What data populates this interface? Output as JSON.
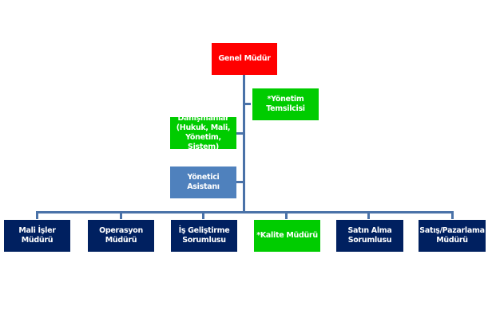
{
  "colors": {
    "top": "#ff0000",
    "staff_green": "#00cc00",
    "assistant": "#4f81bd",
    "department": "#002060",
    "connector": "#4a72a8"
  },
  "top": {
    "label": "Genel Müdür"
  },
  "staff": [
    {
      "label": "*Yönetim\nTemsilcisi"
    },
    {
      "label": "Danışmanlar\n(Hukuk, Mali,\nYönetim, Sistem)"
    },
    {
      "label": "Yönetici Asistanı"
    }
  ],
  "departments": [
    {
      "label": "Mali İşler\nMüdürü"
    },
    {
      "label": "Operasyon\nMüdürü"
    },
    {
      "label": "İş Geliştirme\nSorumlusu"
    },
    {
      "label": "*Kalite Müdürü"
    },
    {
      "label": "Satın Alma\nSorumlusu"
    },
    {
      "label": "Satış/Pazarlama\nMüdürü"
    }
  ]
}
